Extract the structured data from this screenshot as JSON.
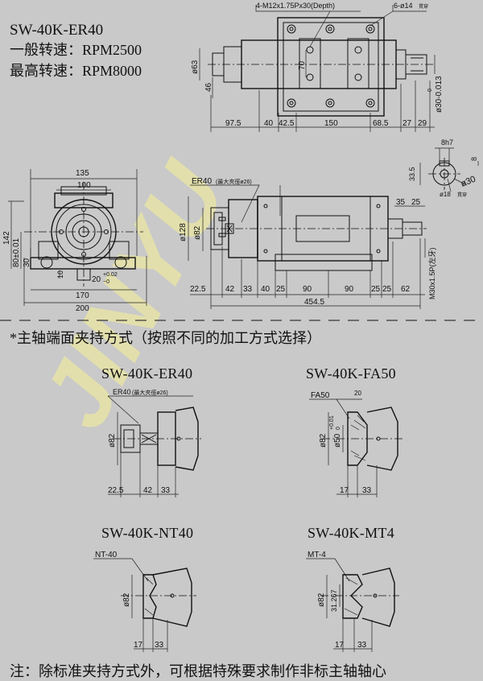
{
  "header": {
    "model": "SW-40K-ER40",
    "speed_normal": "一般转速：RPM2500",
    "speed_max": "最高转速：RPM8000"
  },
  "watermark": "JINYU",
  "top_view": {
    "bolt_note": "4-M12x1.75Px30(Depth)",
    "hole_note": "6-ø14",
    "hole_note_suffix": "貫穿",
    "dim_d63": "ø63",
    "dim_46": "46",
    "dim_70": "70",
    "dim_shaft": "ø30-0.013",
    "dim_shaft_b": "0",
    "dims": [
      "97.5",
      "40",
      "42.5",
      "150",
      "68.5",
      "27",
      "29"
    ]
  },
  "key_detail": {
    "dim_8h7": "8h7",
    "dim_8": "8",
    "dim_33_5": "33.5",
    "dim_d30": "ø30",
    "dim_d18": "ø18",
    "dim_d18_suffix": "貫穿"
  },
  "front_view": {
    "dim_135": "135",
    "dim_100": "100",
    "dim_142": "142",
    "dim_80": "80±0.01",
    "dim_30": "30",
    "dim_10": "10",
    "dim_20": "20",
    "tol_up": "+0.02",
    "tol_dn": "−0",
    "dim_170": "170",
    "dim_200": "200"
  },
  "side_view": {
    "collet": "ER40",
    "collet_note": "(最大夾徑ø26)",
    "dim_d128": "ø128",
    "dim_d82": "ø82",
    "dim_35": "35",
    "dim_25": "25",
    "thread": "M30x1.5P(左牙)",
    "dims": [
      "22.5",
      "42",
      "33",
      "40",
      "25",
      "90",
      "90",
      "25",
      "25",
      "62"
    ],
    "total": "454.5"
  },
  "section_title": "*主轴端面夹持方式（按照不同的加工方式选择）",
  "variants": [
    {
      "title": "SW-40K-ER40",
      "label": "ER40",
      "note": "(最大夾徑ø26)",
      "dia": "ø82",
      "dims": [
        "22.5",
        "42",
        "33"
      ]
    },
    {
      "title": "SW-40K-FA50",
      "label": "FA50",
      "top": "20",
      "dia": "ø82",
      "dia2": "ø50",
      "tol_up": "+0.01",
      "tol_dn": "0",
      "dims": [
        "17",
        "33"
      ]
    },
    {
      "title": "SW-40K-NT40",
      "label": "NT-40",
      "dia": "ø82",
      "dims": [
        "17",
        "33"
      ]
    },
    {
      "title": "SW-40K-MT4",
      "label": "MT-4",
      "dia": "ø82",
      "dia2": "31.267",
      "dims": [
        "17",
        "33"
      ]
    }
  ],
  "footer_note": "注：除标准夹持方式外，可根据特殊要求制作非标主轴轴心"
}
